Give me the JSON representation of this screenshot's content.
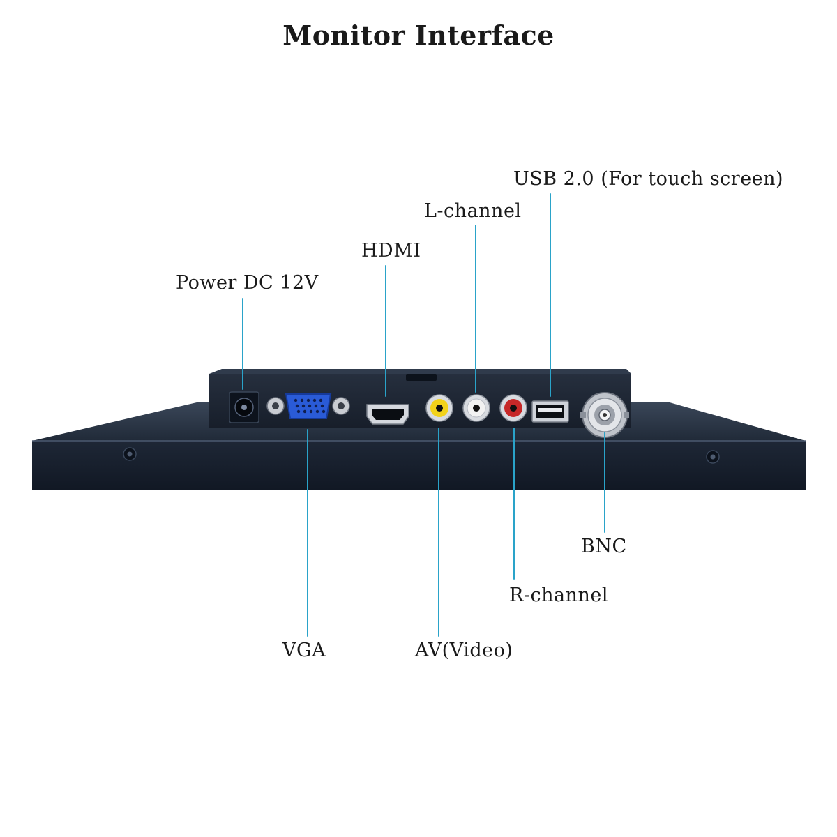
{
  "title": "Monitor Interface",
  "accent_color": "#2aa3c9",
  "ports": {
    "power": "Power DC 12V",
    "hdmi": "HDMI",
    "l_channel": "L-channel",
    "usb": "USB 2.0 (For touch screen)",
    "vga": "VGA",
    "av_video": "AV(Video)",
    "r_channel": "R-channel",
    "bnc": "BNC"
  },
  "connector_colors": {
    "av_video": "#f2d21a",
    "l_channel": "#f2f2f2",
    "r_channel": "#c62828",
    "vga": "#2a5bd7"
  }
}
